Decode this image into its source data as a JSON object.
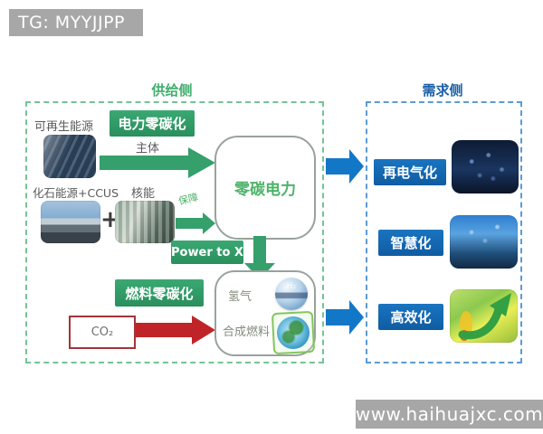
{
  "watermark_top": "TG: MYYJJPP",
  "watermark_bottom": "www.haihuajxc.com",
  "colors": {
    "supply_green": "#2f9e68",
    "zero_carbon_text_green": "#4db36a",
    "demand_blue": "#1268b3",
    "flow_arrow_blue": "#1377c8",
    "co2_arrow_red": "#c02428"
  },
  "supply": {
    "title": "供给侧",
    "renewable_label": "可再生能源",
    "power_decarb_label": "电力零碳化",
    "main_label": "主体",
    "zero_carbon_power_label": "零碳电力",
    "fossil_label": "化石能源+CCUS",
    "plus_sign": "+",
    "nuclear_label": "核能",
    "guarantee_label": "保障",
    "power_to_x_label": "Power to X",
    "fuel_decarb_label": "燃料零碳化",
    "co2_label": "CO₂",
    "hydrogen_label": "氢气",
    "h2_icon_text": "H₂",
    "synfuel_label": "合成燃料"
  },
  "demand": {
    "title": "需求侧",
    "items": [
      {
        "label": "再电气化"
      },
      {
        "label": "智慧化"
      },
      {
        "label": "高效化"
      }
    ]
  }
}
